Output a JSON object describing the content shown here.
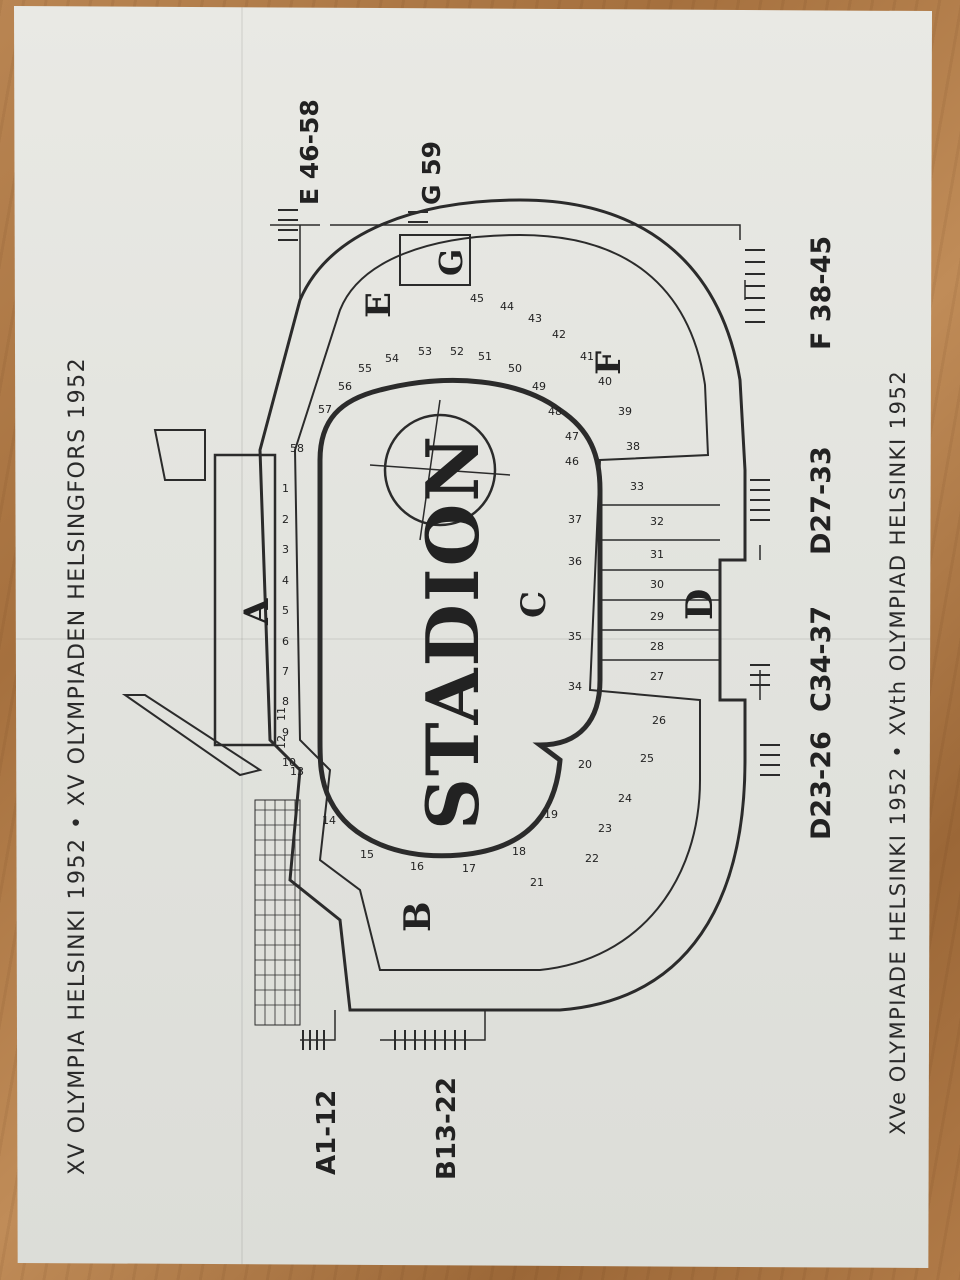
{
  "ticket": {
    "border_text": {
      "left": "XV OLYMPIA HELSINKI 1952 • XV OLYMPIADEN HELSINGFORS 1952",
      "right": "XVe OLYMPIADE HELSINKI 1952 • XVth OLYMPIAD HELSINKI 1952"
    },
    "center_title": "STADION",
    "section_letters": {
      "a": "A",
      "b": "B",
      "c": "C",
      "d": "D",
      "e": "E",
      "f": "F",
      "g": "G"
    },
    "gates": {
      "a": "A1-12",
      "b": "B13-22",
      "c": "C34-37",
      "d1": "D23-26",
      "d2": "D27-33",
      "e": "E 46-58",
      "f": "F 38-45",
      "g": "G 59"
    },
    "sections": {
      "a_row": [
        "1",
        "2",
        "3",
        "4",
        "5",
        "6",
        "7",
        "8",
        "9",
        "10",
        "11",
        "12"
      ],
      "c_row": [
        "34",
        "35",
        "36",
        "37"
      ],
      "d_row": [
        "27",
        "28",
        "29",
        "30",
        "31",
        "32",
        "33"
      ],
      "b_ring": [
        "13",
        "14",
        "15",
        "16",
        "17",
        "18",
        "19",
        "20"
      ],
      "b_outer": [
        "21",
        "22",
        "23",
        "24",
        "25",
        "26"
      ],
      "f_ring": [
        "46",
        "47",
        "48",
        "49",
        "50",
        "51",
        "52",
        "53",
        "54",
        "55",
        "56",
        "57",
        "58"
      ],
      "f_outer": [
        "38",
        "39",
        "40",
        "41",
        "42",
        "43",
        "44",
        "45"
      ]
    },
    "colors": {
      "paper": "#e3e4df",
      "ink": "#2b2b2b",
      "table": "#b07a47"
    }
  }
}
